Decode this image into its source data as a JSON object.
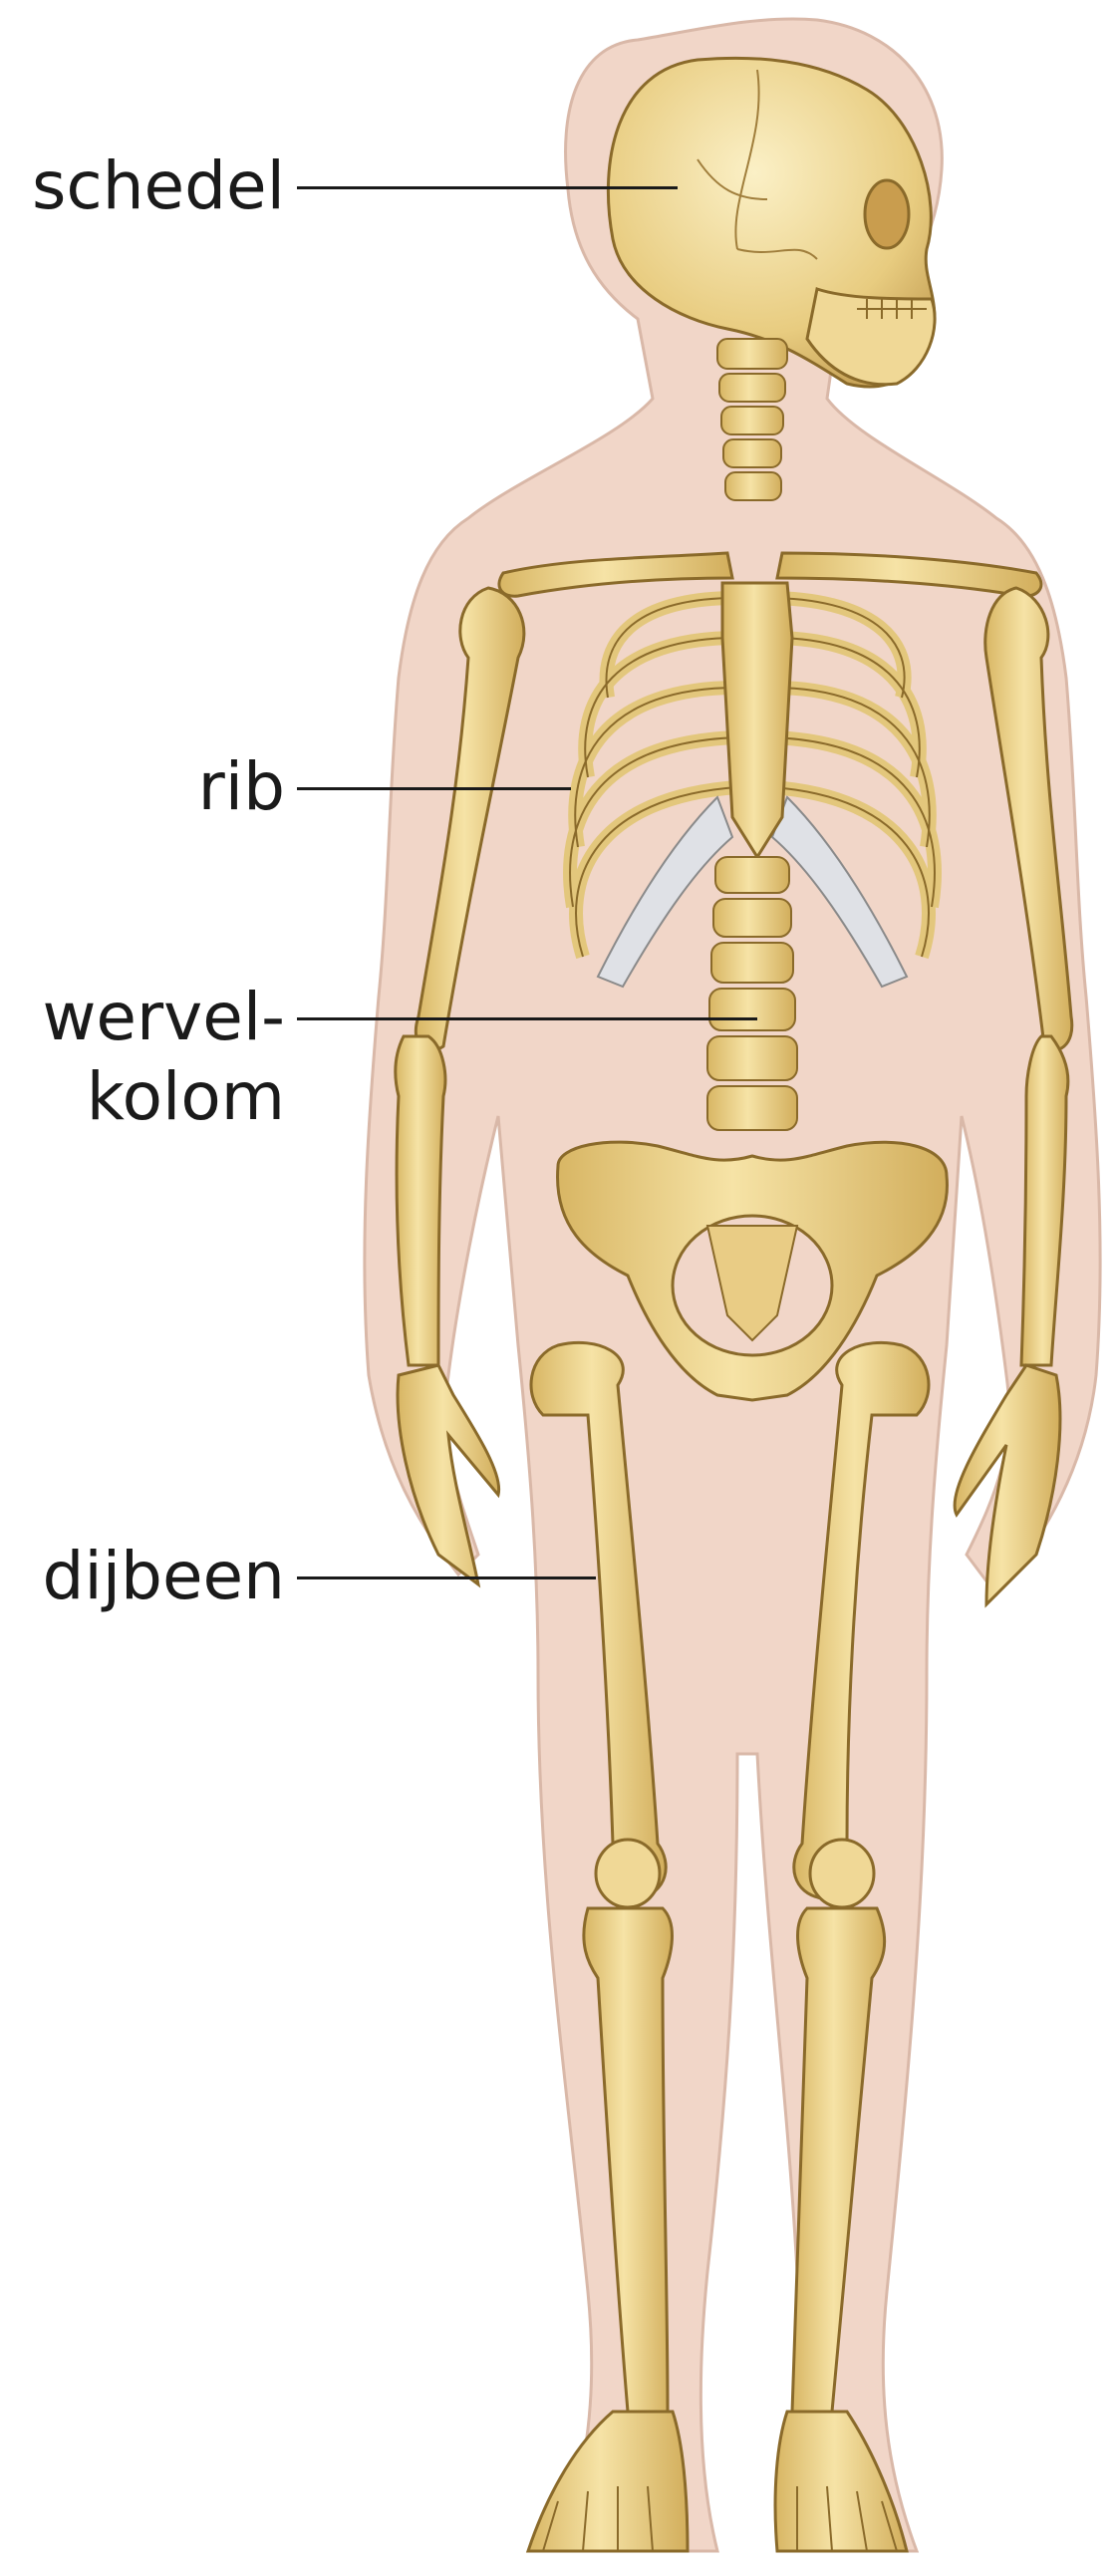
{
  "labels": {
    "schedel": "schedel",
    "rib": "rib",
    "wervelkolom_line1": "wervel-",
    "wervelkolom_line2": "kolom",
    "dijbeen": "dijbeen"
  },
  "colors": {
    "background": "#ffffff",
    "body_silhouette": "#f1d6c8",
    "bone": "#ecd48a",
    "bone_shade": "#c9a75a",
    "bone_outline": "#8a6a2a",
    "cartilage": "#dfe1e6",
    "label_text": "#1a1a1a"
  }
}
